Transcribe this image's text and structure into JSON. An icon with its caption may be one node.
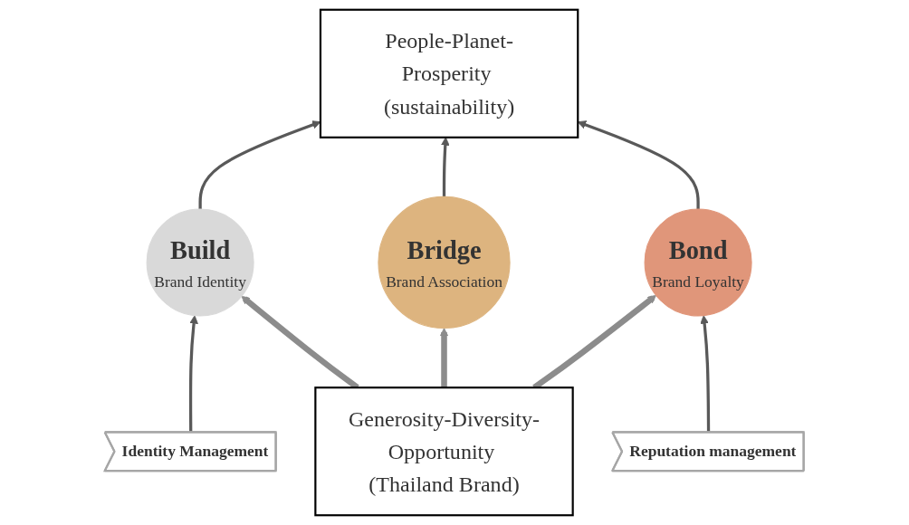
{
  "diagram": {
    "nodes": [
      {
        "text": [
          "People-Planet-Prosperity (sustainability)"
        ]
      },
      {
        "text": [
          "Identity Management"
        ]
      },
      {
        "text": [
          "Build",
          "Brand Identity"
        ]
      },
      {
        "text": [
          "Bridge",
          "Brand Association"
        ]
      },
      {
        "text": [
          "Bond",
          "Brand Loyalty"
        ]
      },
      {
        "text": [
          "Reputation management"
        ]
      },
      {
        "text": [
          "Generosity-Diversity-Opportunity (Thailand Brand)"
        ]
      }
    ],
    "edges": [
      {
        "from": 2,
        "to": 0,
        "arrow": "to"
      },
      {
        "from": 3,
        "to": 0,
        "arrow": "to"
      },
      {
        "from": 4,
        "to": 0,
        "arrow": "to"
      },
      {
        "from": 1,
        "to": 2,
        "arrow": "to"
      },
      {
        "from": 5,
        "to": 4,
        "arrow": "to"
      },
      {
        "from": 6,
        "to": 2,
        "arrow": "to",
        "style": "thick"
      },
      {
        "from": 6,
        "to": 3,
        "arrow": "to",
        "style": "thick"
      },
      {
        "from": 6,
        "to": 4,
        "arrow": "to",
        "style": "thick"
      }
    ]
  }
}
